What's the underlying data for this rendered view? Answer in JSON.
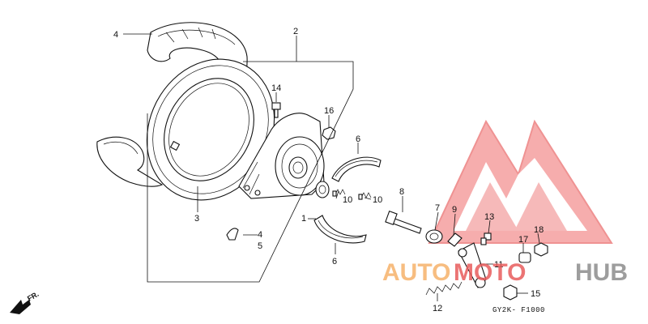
{
  "callouts": [
    {
      "id": "c4a",
      "text": "4"
    },
    {
      "id": "c2",
      "text": "2"
    },
    {
      "id": "c14",
      "text": "14"
    },
    {
      "id": "c16",
      "text": "16"
    },
    {
      "id": "c6a",
      "text": "6"
    },
    {
      "id": "c3",
      "text": "3"
    },
    {
      "id": "c10a",
      "text": "10"
    },
    {
      "id": "c10b",
      "text": "10"
    },
    {
      "id": "c1",
      "text": "1"
    },
    {
      "id": "c6b",
      "text": "6"
    },
    {
      "id": "c8",
      "text": "8"
    },
    {
      "id": "c7",
      "text": "7"
    },
    {
      "id": "c9",
      "text": "9"
    },
    {
      "id": "c13",
      "text": "13"
    },
    {
      "id": "c4b",
      "text": "4"
    },
    {
      "id": "c5",
      "text": "5"
    },
    {
      "id": "c17",
      "text": "17"
    },
    {
      "id": "c18",
      "text": "18"
    },
    {
      "id": "c11",
      "text": "11"
    },
    {
      "id": "c15",
      "text": "15"
    },
    {
      "id": "c12",
      "text": "12"
    }
  ],
  "diagram_code": "GY2K- F1000",
  "direction_label": "FR.",
  "watermark": {
    "word_a": "AUTO",
    "word_b": "MOTO",
    "word_c": "HUB",
    "colors": {
      "logo": "#ef3b3b",
      "word_a": "#f6b26b",
      "word_c": "#8c8c8c"
    }
  }
}
